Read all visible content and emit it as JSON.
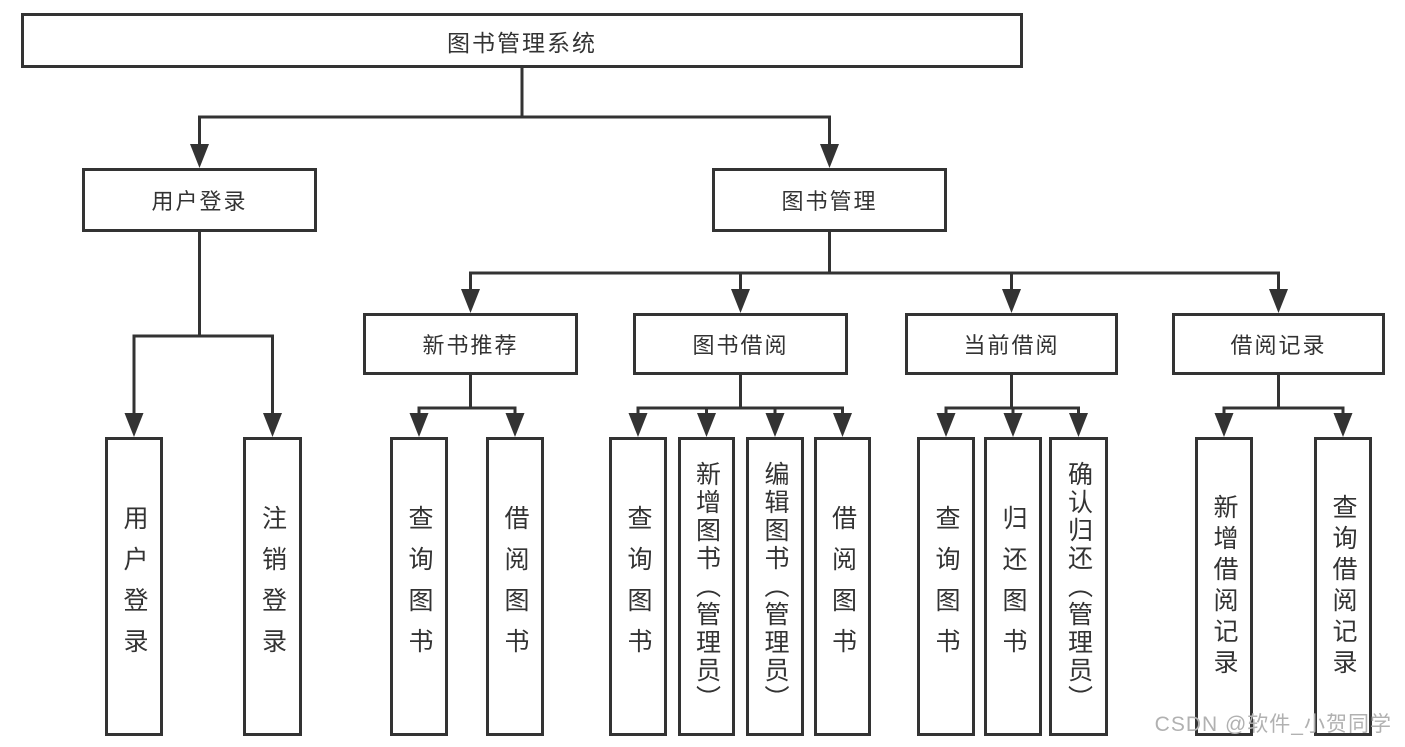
{
  "diagram": {
    "root": {
      "label": "图书管理系统"
    },
    "branches": [
      {
        "label": "用户登录",
        "children": [
          {
            "label": "用户登录"
          },
          {
            "label": "注销登录"
          }
        ]
      },
      {
        "label": "图书管理",
        "groups": [
          {
            "label": "新书推荐",
            "children": [
              {
                "label": "查询图书"
              },
              {
                "label": "借阅图书"
              }
            ]
          },
          {
            "label": "图书借阅",
            "children": [
              {
                "label": "查询图书"
              },
              {
                "label": "新增图书（管理员）"
              },
              {
                "label": "编辑图书（管理员）"
              },
              {
                "label": "借阅图书"
              }
            ]
          },
          {
            "label": "当前借阅",
            "children": [
              {
                "label": "查询图书"
              },
              {
                "label": "归还图书"
              },
              {
                "label": "确认归还（管理员）"
              }
            ]
          },
          {
            "label": "借阅记录",
            "children": [
              {
                "label": "新增借阅记录"
              },
              {
                "label": "查询借阅记录"
              }
            ]
          }
        ]
      }
    ],
    "watermark": {
      "text": "CSDN @软件_小贺同学"
    },
    "colors": {
      "line": "#333333",
      "text": "#333333",
      "watermark": "#b1b1b1",
      "background": "#ffffff"
    }
  }
}
